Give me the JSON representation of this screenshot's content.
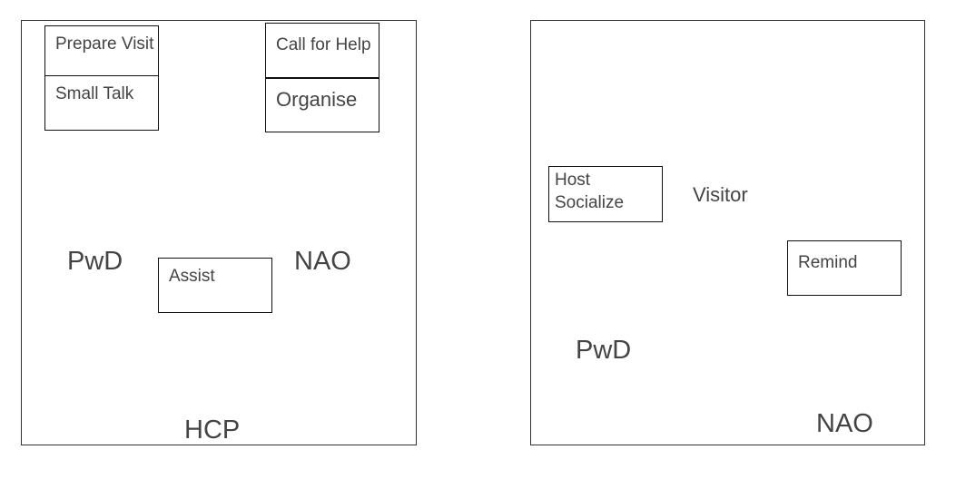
{
  "colors": {
    "arrow": "#4285F4",
    "stroke": "#222222",
    "text": "#444444"
  },
  "left_panel": {
    "boxes": {
      "prepare_visit": "Prepare Visit",
      "small_talk": "Small Talk",
      "call_for_help": "Call for Help",
      "organise": "Organise",
      "assist": "Assist"
    },
    "labels": {
      "pwd": "PwD",
      "nao": "NAO",
      "hcp": "HCP"
    },
    "icons": [
      "person-icon",
      "robot-icon",
      "person-icon",
      "double-arrow-icon",
      "curved-arrow-icon"
    ]
  },
  "right_panel": {
    "boxes": {
      "host_socialize": "Host Socialize",
      "remind": "Remind"
    },
    "labels": {
      "visitor": "Visitor",
      "pwd": "PwD",
      "nao": "NAO"
    },
    "icons": [
      "person-icon",
      "robot-icon",
      "double-arrow-icon",
      "curved-arrow-icon"
    ]
  }
}
